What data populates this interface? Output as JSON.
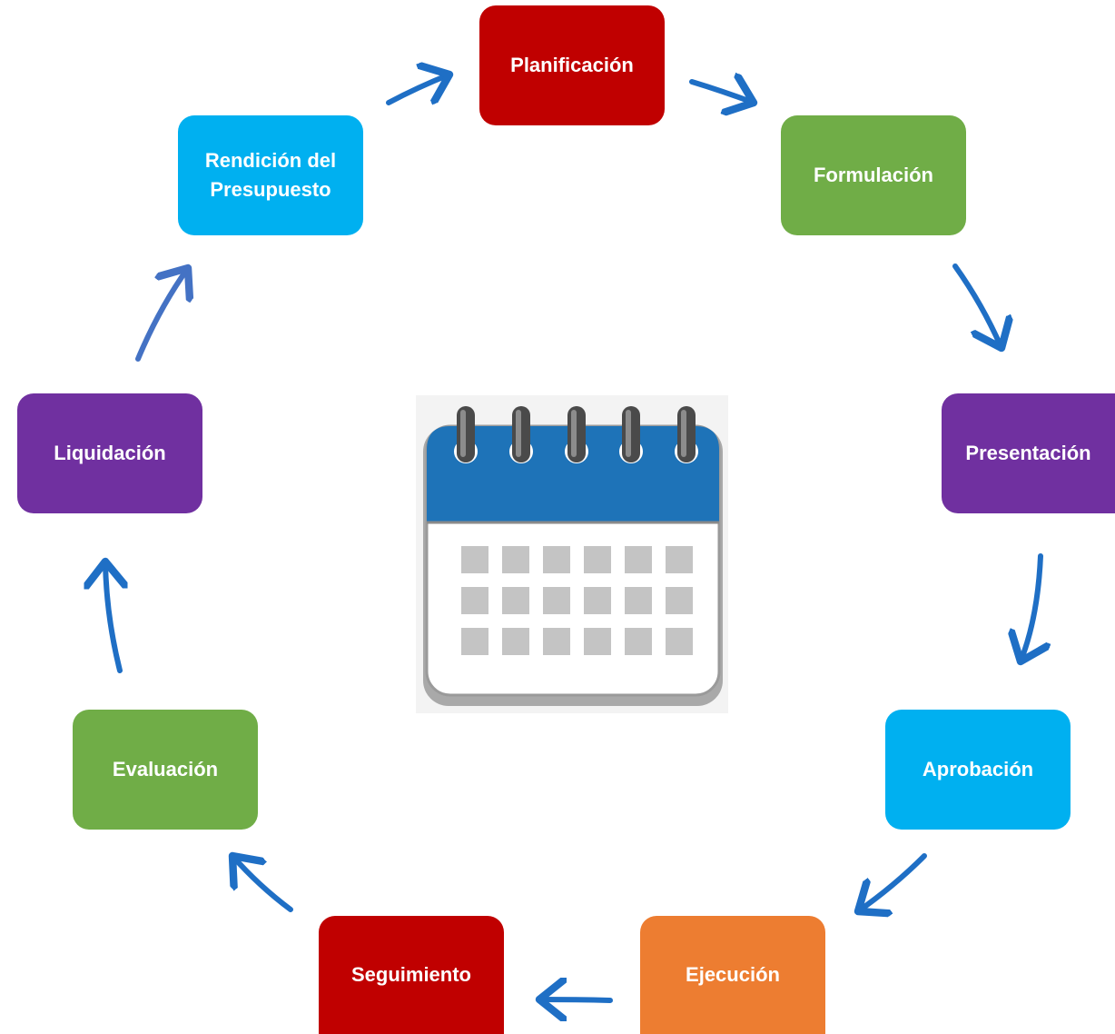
{
  "colors": {
    "red": "#c00000",
    "green": "#70ad47",
    "purple": "#7030a0",
    "cyan": "#00b0f0",
    "orange": "#ed7d31",
    "arrow": "#1f6fc5",
    "arrow_light": "#4472c4"
  },
  "stages": [
    {
      "id": "planificacion",
      "label": "Planificación",
      "color": "#c00000"
    },
    {
      "id": "formulacion",
      "label": "Formulación",
      "color": "#70ad47"
    },
    {
      "id": "presentacion",
      "label": "Presentación",
      "color": "#7030a0"
    },
    {
      "id": "aprobacion",
      "label": "Aprobación",
      "color": "#00b0f0"
    },
    {
      "id": "ejecucion",
      "label": "Ejecución",
      "color": "#ed7d31"
    },
    {
      "id": "seguimiento",
      "label": "Seguimiento",
      "color": "#c00000"
    },
    {
      "id": "evaluacion",
      "label": "Evaluación",
      "color": "#70ad47"
    },
    {
      "id": "liquidacion",
      "label": "Liquidación",
      "color": "#7030a0"
    },
    {
      "id": "rendicion",
      "label": "Rendición del\nPresupuesto",
      "color": "#00b0f0"
    }
  ],
  "center_icon": "calendar-icon"
}
